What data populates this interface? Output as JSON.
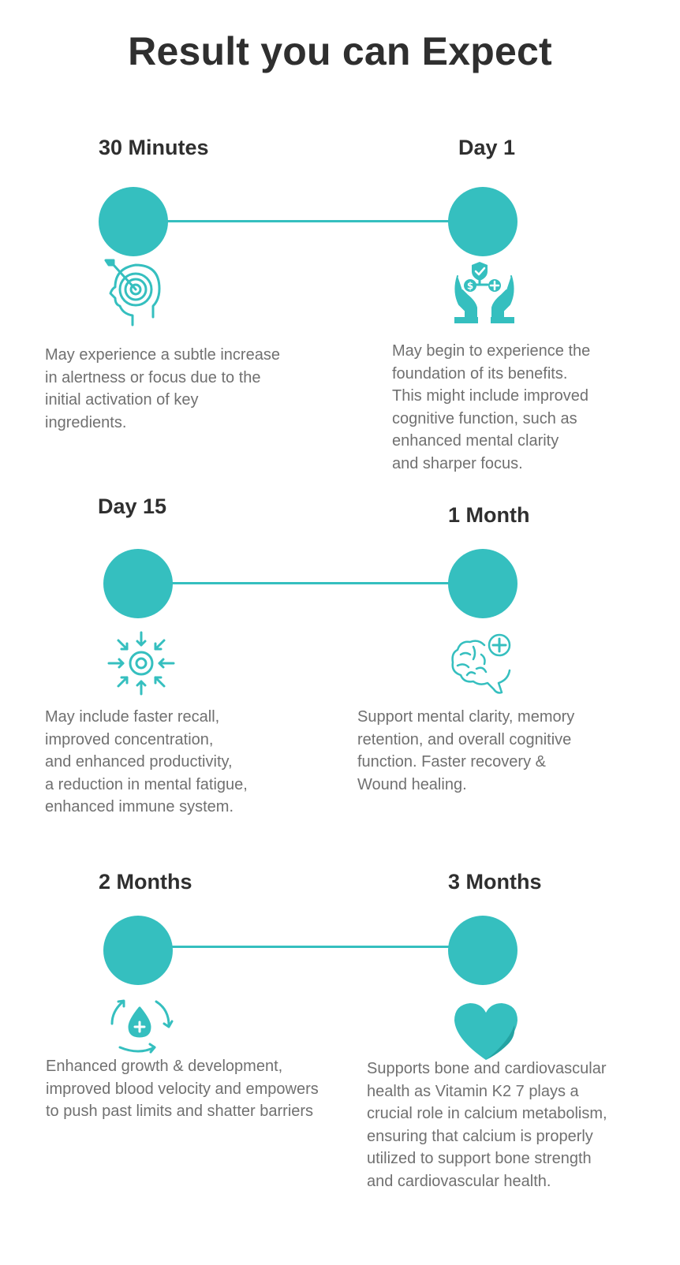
{
  "page": {
    "title": "Result you can Expect",
    "accent_color": "#35bfbf",
    "heading_color": "#2f2f2f",
    "text_color": "#707070"
  },
  "stages": [
    {
      "label": "30 Minutes",
      "icon": "head-target-icon",
      "lines": [
        "May experience a subtle increase",
        "in alertness or focus due to the",
        "initial activation of key",
        "ingredients."
      ]
    },
    {
      "label": "Day 1",
      "icon": "hands-shield-icon",
      "lines": [
        "May begin to experience the",
        "foundation of its benefits.",
        "This might include improved",
        "cognitive function, such as",
        "enhanced mental clarity",
        "and sharper focus."
      ]
    },
    {
      "label": "Day 15",
      "icon": "focus-arrows-icon",
      "lines": [
        "May include faster recall,",
        "improved concentration,",
        "and enhanced productivity,",
        "a reduction in mental fatigue,",
        "enhanced immune system."
      ]
    },
    {
      "label": "1 Month",
      "icon": "brain-plus-icon",
      "lines": [
        "Support mental clarity, memory",
        "retention, and overall cognitive",
        "function. Faster recovery &",
        "Wound healing."
      ]
    },
    {
      "label": "2 Months",
      "icon": "blood-drop-cycle-icon",
      "lines": [
        "Enhanced growth & development,",
        "improved blood velocity and empowers",
        "to push past limits and shatter barriers"
      ]
    },
    {
      "label": "3 Months",
      "icon": "heart-icon",
      "lines": [
        "Supports bone and cardiovascular",
        "health as Vitamin K2 7 plays a",
        "crucial role in calcium metabolism,",
        "ensuring that calcium is properly",
        "utilized to support bone strength",
        "and cardiovascular health."
      ]
    }
  ]
}
